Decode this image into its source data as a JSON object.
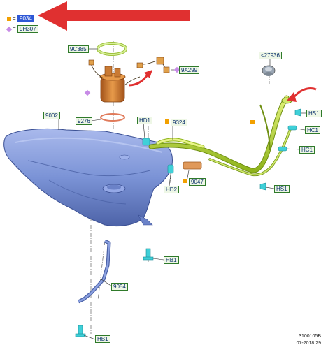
{
  "legend": [
    {
      "symbol": "square",
      "color": "#f2a000",
      "text": "9034"
    },
    {
      "symbol": "diamond",
      "color": "#c78be6",
      "text": "9H307"
    }
  ],
  "legend_equals": "=",
  "labels": {
    "filler_neck_cap": "<27936",
    "lock_ring": "9C385",
    "pump_connector": "9A299",
    "fuel_tank": "9002",
    "seal": "9276",
    "hd1": "HD1",
    "vent_hose": "9324",
    "hd2": "HD2",
    "connector_hose": "9047",
    "strap": "9054",
    "hb1_top": "HB1",
    "hb1_bottom": "HB1",
    "hs1_top": "HS1",
    "hs1_bottom": "HS1",
    "hc1_top": "HC1",
    "hc1_mid": "HC1"
  },
  "footer": {
    "code": "3100105B",
    "date": "07-2018 29"
  },
  "colors": {
    "tank": "#7b93d6",
    "tank_dark": "#4d63a8",
    "pipe": "#b9dc3a",
    "pipe_dark": "#6f8f12",
    "pump": "#d98a3c",
    "arrow": "#e03030",
    "ring": "#c9e88a",
    "fastener": "#3fd0d8",
    "highlight": "#2e58d6",
    "label_border": "#2f7a2a",
    "label_bg": "#eef7e6"
  }
}
